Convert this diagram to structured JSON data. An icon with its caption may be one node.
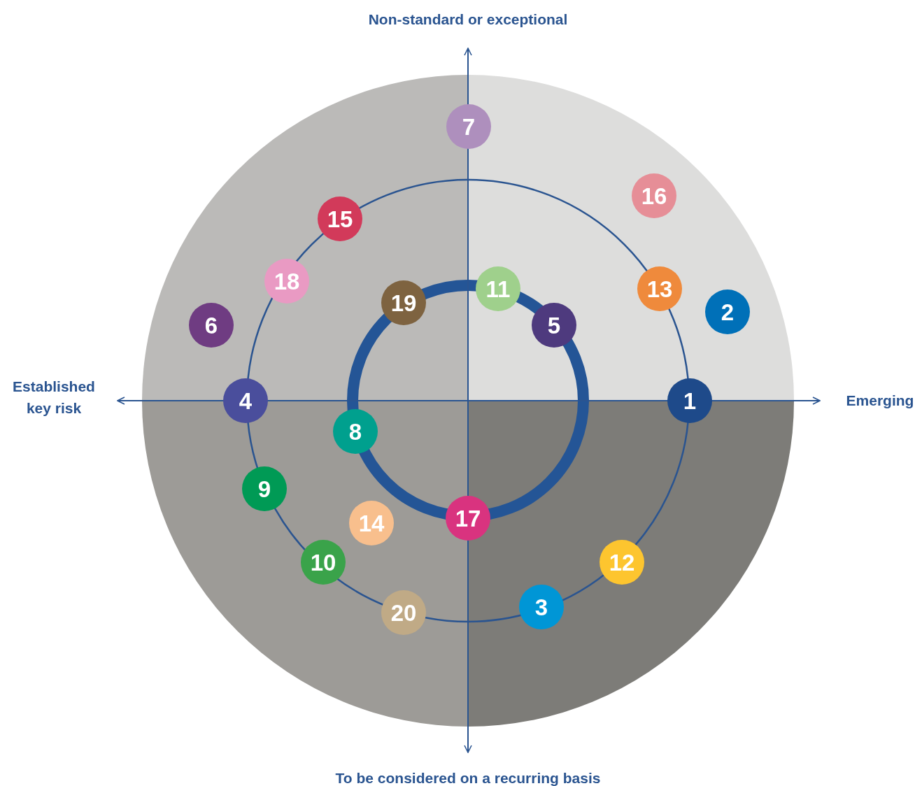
{
  "diagram": {
    "nodes": [
      {
        "text": [
          "7"
        ]
      },
      {
        "text": [
          "16"
        ]
      },
      {
        "text": [
          "15"
        ]
      },
      {
        "text": [
          "18"
        ]
      },
      {
        "text": [
          "11"
        ]
      },
      {
        "text": [
          "13"
        ]
      },
      {
        "text": [
          "19"
        ]
      },
      {
        "text": [
          "2"
        ]
      },
      {
        "text": [
          "6"
        ]
      },
      {
        "text": [
          "5"
        ]
      },
      {
        "text": [
          "1"
        ]
      },
      {
        "text": [
          "4"
        ]
      },
      {
        "text": [
          "8"
        ]
      },
      {
        "text": [
          "9"
        ]
      },
      {
        "text": [
          "14"
        ]
      },
      {
        "text": [
          "17"
        ]
      },
      {
        "text": [
          "10"
        ]
      },
      {
        "text": [
          "12"
        ]
      },
      {
        "text": [
          "3"
        ]
      },
      {
        "text": [
          "20"
        ]
      }
    ],
    "labels": [
      "Non-standard or exceptional",
      "Established key risk",
      "Emerging",
      "To be considered on a recurring basis"
    ]
  }
}
